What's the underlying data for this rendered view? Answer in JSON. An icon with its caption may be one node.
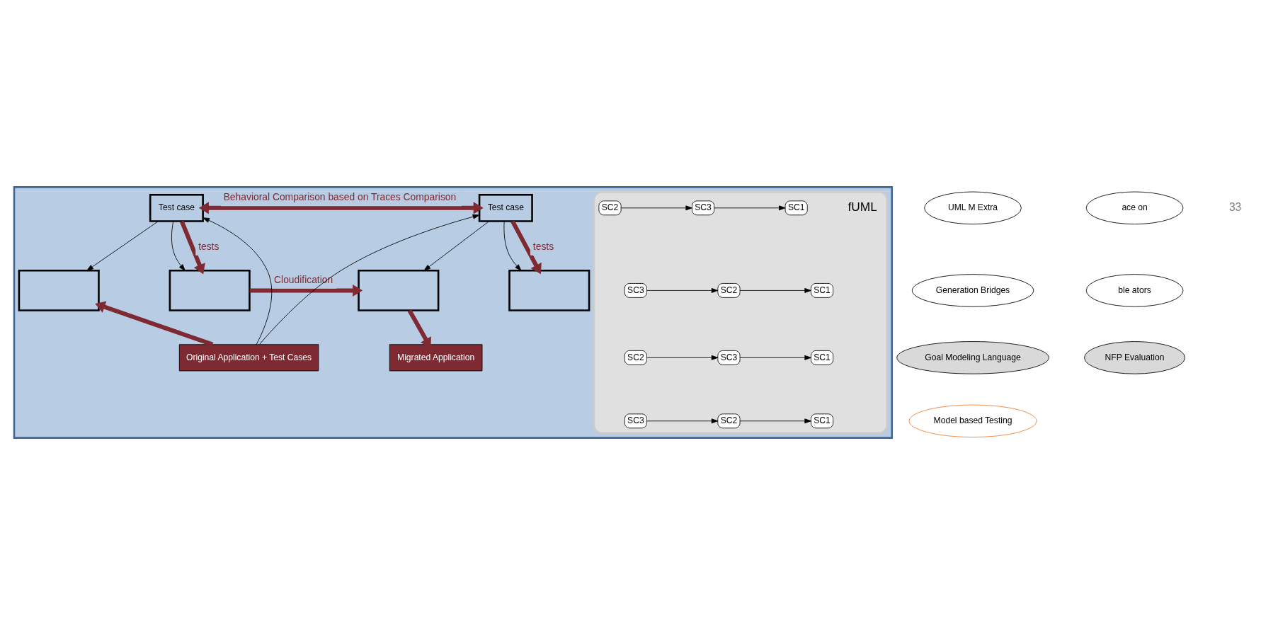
{
  "diagram": {
    "nodes": [
      {
        "text": [],
        "shape": "box"
      },
      {
        "text": [
          "Test case"
        ],
        "in": 0
      },
      {
        "text": [],
        "shape": "picture",
        "in": 0,
        "beside": [
          "fUML"
        ]
      },
      {
        "text": [
          "SC2"
        ],
        "in": 2
      },
      {
        "text": [
          "SC3"
        ],
        "in": 2
      },
      {
        "text": [
          "SC1"
        ],
        "in": 2
      },
      {
        "text": [
          "SC3"
        ],
        "in": 2
      },
      {
        "text": [
          "SC2"
        ],
        "in": 2
      },
      {
        "text": [
          "SC1"
        ],
        "in": 2
      },
      {
        "text": [
          "SC2"
        ],
        "in": 2
      },
      {
        "text": [
          "SC3"
        ],
        "in": 2
      },
      {
        "text": [
          "SC1"
        ],
        "in": 2
      },
      {
        "text": [
          "SC3"
        ],
        "in": 2
      },
      {
        "text": [
          "SC2"
        ],
        "in": 2
      },
      {
        "text": [
          "SC1"
        ],
        "in": 2
      },
      {
        "text": [
          "Test case"
        ],
        "in": 0
      },
      {
        "text": [],
        "shape": "box",
        "in": 0
      },
      {
        "text": [],
        "shape": "box",
        "in": 0
      },
      {
        "text": [],
        "shape": "box",
        "in": 0
      },
      {
        "text": [],
        "shape": "box",
        "in": 0
      },
      {
        "text": [
          "Original Application + Test Cases"
        ],
        "in": 0
      },
      {
        "text": [
          "Migrated Application"
        ],
        "in": 0
      },
      {
        "text": [
          "UML M Extra"
        ]
      },
      {
        "text": [
          "ace on"
        ]
      },
      {
        "text": [
          "Generation Bridges"
        ]
      },
      {
        "text": [
          "ble ators"
        ]
      },
      {
        "text": [
          "Goal Modeling Language"
        ]
      },
      {
        "text": [
          "NFP Evaluation"
        ]
      },
      {
        "text": [
          "Model based Testing"
        ]
      }
    ],
    "edges": [
      {
        "from": 3,
        "to": 4,
        "arrow": "to"
      },
      {
        "from": 4,
        "to": 5,
        "arrow": "to"
      },
      {
        "from": 6,
        "to": 7,
        "arrow": "to"
      },
      {
        "from": 7,
        "to": 8,
        "arrow": "to"
      },
      {
        "from": 9,
        "to": 10,
        "arrow": "to"
      },
      {
        "from": 10,
        "to": 11,
        "arrow": "to"
      },
      {
        "from": 12,
        "to": 13,
        "arrow": "to"
      },
      {
        "from": 13,
        "to": 14,
        "arrow": "to"
      },
      {
        "from": 20,
        "to": 1,
        "arrow": "to"
      },
      {
        "from": 20,
        "to": 15,
        "arrow": "to"
      },
      {
        "from": 1,
        "to": 16,
        "arrow": "to"
      },
      {
        "from": 1,
        "to": 17,
        "arrow": "to"
      },
      {
        "from": 1,
        "to": 17,
        "arrow": "to",
        "label": "tests",
        "style": "thick",
        "color": "#7f2a32"
      },
      {
        "from": 15,
        "to": 18,
        "arrow": "to"
      },
      {
        "from": 15,
        "to": 19,
        "arrow": "to"
      },
      {
        "from": 15,
        "to": 19,
        "arrow": "to",
        "label": "tests",
        "style": "thick",
        "color": "#7f2a32"
      },
      {
        "from": 1,
        "to": 15,
        "arrow": "both",
        "label": "Behavioral Comparison based on Traces Comparison",
        "style": "thick",
        "color": "#7f2a32"
      },
      {
        "from": 17,
        "to": 18,
        "arrow": "to",
        "label": "Cloudification",
        "style": "thick",
        "color": "#7f2a32"
      },
      {
        "from": 20,
        "to": 16,
        "arrow": "to",
        "style": "thick",
        "color": "#7f2a32"
      },
      {
        "from": 18,
        "to": 21,
        "arrow": "to",
        "style": "thick",
        "color": "#7f2a32"
      }
    ],
    "labels": [
      "33"
    ]
  }
}
